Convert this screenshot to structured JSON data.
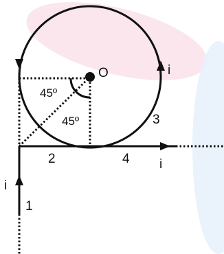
{
  "diagram": {
    "center_label": "O",
    "angle_upper": "45º",
    "angle_lower": "45º",
    "current_right_arc": "i",
    "current_horizontal": "i",
    "current_vertical": "i",
    "segment_1": "1",
    "segment_2": "2",
    "segment_3": "3",
    "segment_4": "4"
  },
  "colors": {
    "wire": "#111111",
    "watermark_pink": "#f8dde6",
    "watermark_blue": "#e6f1fb"
  }
}
